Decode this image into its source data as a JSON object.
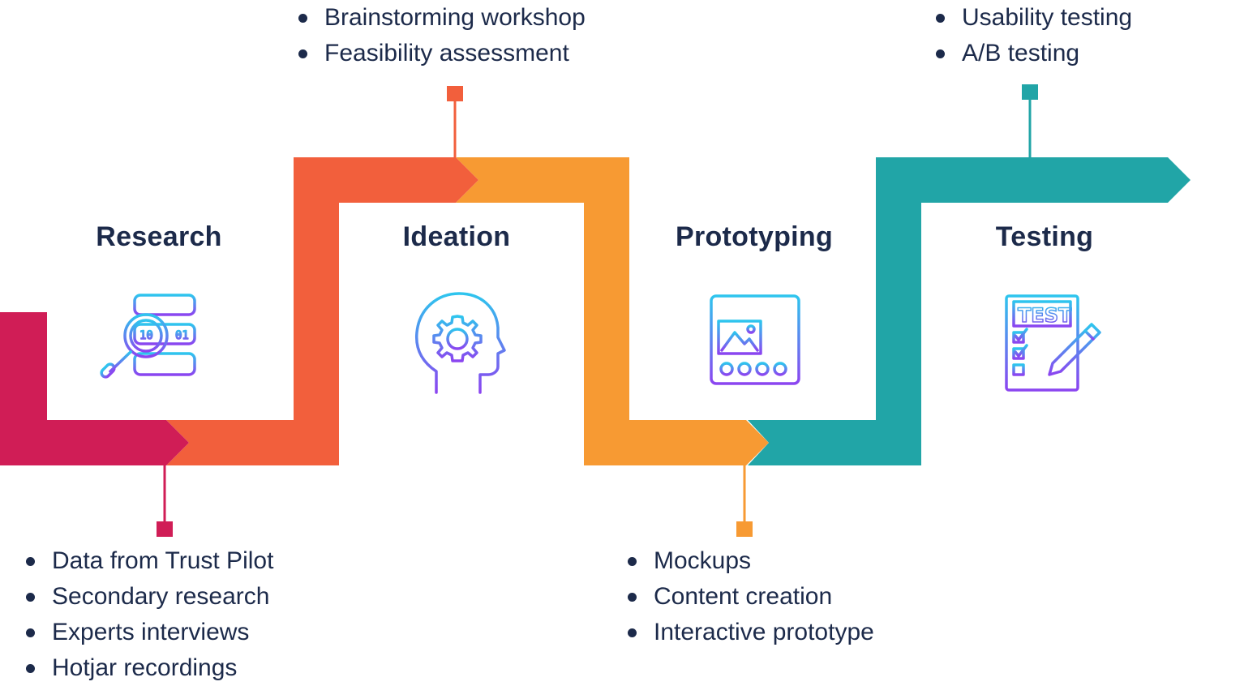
{
  "colors": {
    "research": "#d01d56",
    "ideation_red": "#f25f3c",
    "ideation_orange": "#f79a33",
    "testing": "#21a5a7",
    "text": "#1c2a4a",
    "icon_gradient_start": "#2ec5ee",
    "icon_gradient_end": "#8b45f0"
  },
  "stages": [
    {
      "title": "Research",
      "icon": "database-search-icon",
      "bullets": [
        "Data from Trust Pilot",
        "Secondary research",
        "Experts interviews",
        "Hotjar recordings"
      ]
    },
    {
      "title": "Ideation",
      "icon": "head-gear-icon",
      "bullets": [
        "Brainstorming workshop",
        "Feasibility assessment"
      ]
    },
    {
      "title": "Prototyping",
      "icon": "browser-wireframe-icon",
      "bullets": [
        "Mockups",
        "Content creation",
        "Interactive prototype"
      ]
    },
    {
      "title": "Testing",
      "icon": "test-checklist-icon",
      "bullets": [
        "Usability testing",
        "A/B testing"
      ]
    }
  ]
}
